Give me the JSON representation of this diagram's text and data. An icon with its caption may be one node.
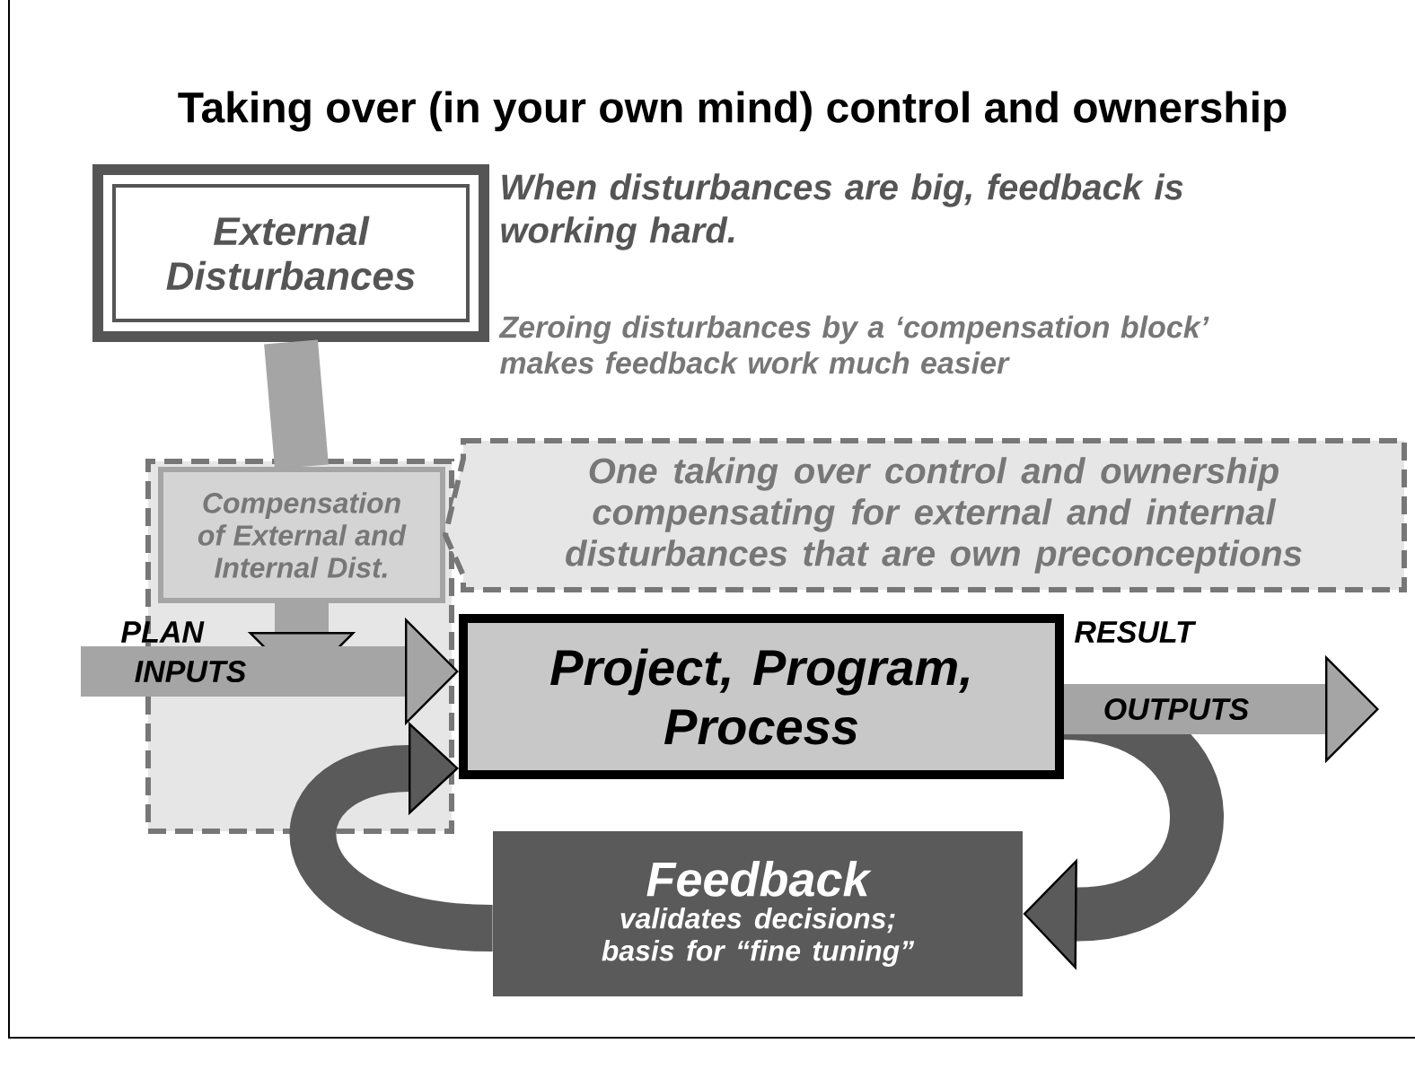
{
  "diagram": {
    "title": "Taking over (in your own mind) control and ownership",
    "nodes": [
      {
        "text": [
          "External Disturbances"
        ]
      },
      {
        "text": [],
        "shape": "box"
      },
      {
        "text": [
          "Compensation of External and Internal Dist."
        ],
        "in": 1
      },
      {
        "text": [
          "One taking over control and ownership compensating for external and internal disturbances that are own preconceptions"
        ]
      },
      {
        "text": [
          "Project, Program, Process"
        ]
      },
      {
        "text": [
          "Feedback",
          "validates decisions; basis for “fine tuning”"
        ]
      }
    ],
    "edges": [
      {
        "from": 0,
        "to": 2,
        "arrow": "none"
      },
      {
        "from": 2,
        "to": null,
        "arrow": "to"
      },
      {
        "from": null,
        "to": 4,
        "arrow": "to",
        "label": "INPUTS"
      },
      {
        "from": 4,
        "to": null,
        "arrow": "to",
        "label": "OUTPUTS"
      },
      {
        "from": 4,
        "to": 5,
        "arrow": "to",
        "color": "#5a5a5a"
      },
      {
        "from": 5,
        "to": 4,
        "arrow": "to",
        "color": "#5a5a5a"
      }
    ],
    "labels": [
      "When disturbances are big, feedback is working hard.",
      "Zeroing disturbances by a ‘compensation block’ makes feedback work much easier",
      "PLAN",
      "RESULT"
    ]
  }
}
